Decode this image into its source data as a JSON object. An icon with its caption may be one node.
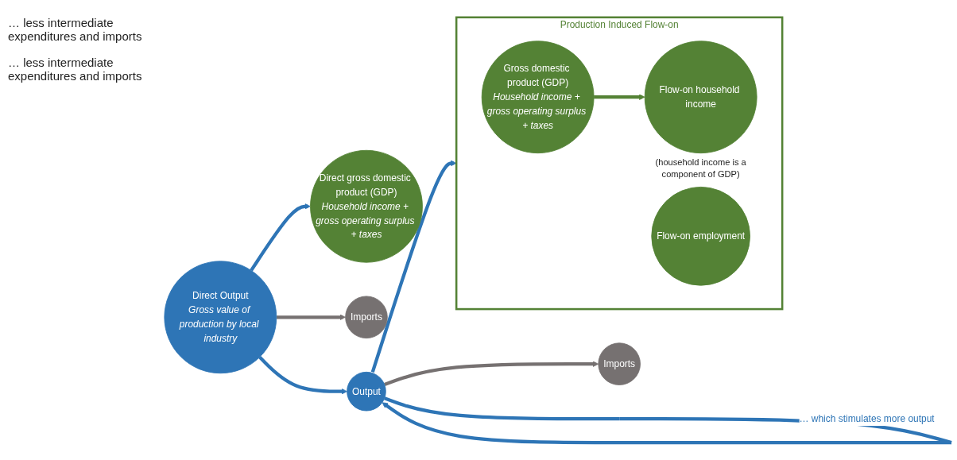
{
  "diagram": {
    "nodes": [
      {
        "text": [
          "Direct Output",
          "Gross value of production by local industry"
        ]
      },
      {
        "text": [
          "Direct gross domestic product (GDP)",
          "Household income + gross operating surplus + taxes"
        ]
      },
      {
        "text": [
          "Imports"
        ]
      },
      {
        "text": [
          "Output"
        ]
      },
      {
        "text": [
          "Imports"
        ]
      },
      {
        "text": [
          "Production Induced Flow-on"
        ]
      },
      {
        "text": [
          "Gross domestic product (GDP)",
          "Household income + gross operating surplus + taxes"
        ],
        "in": 5
      },
      {
        "text": [
          "Flow-on household income"
        ],
        "in": 5,
        "beside": [
          "(household income is a component of GDP)"
        ]
      },
      {
        "text": [
          "Flow-on employment"
        ],
        "in": 5
      }
    ],
    "edges": [
      {
        "from": 0,
        "to": 1,
        "arrow": "to"
      },
      {
        "from": 0,
        "to": 2,
        "arrow": "to",
        "color": "#767171"
      },
      {
        "from": 0,
        "to": 3,
        "arrow": "to"
      },
      {
        "from": 3,
        "to": 5,
        "arrow": "to"
      },
      {
        "from": 3,
        "to": 4,
        "arrow": "to",
        "color": "#767171"
      },
      {
        "from": 3,
        "to": 3,
        "arrow": "to",
        "label": "… which stimulates more output"
      },
      {
        "from": 6,
        "to": 7,
        "arrow": "to",
        "color": "#548235"
      }
    ],
    "labels": [
      "… less intermediate expenditures and imports",
      "… less intermediate expenditures and imports"
    ]
  }
}
